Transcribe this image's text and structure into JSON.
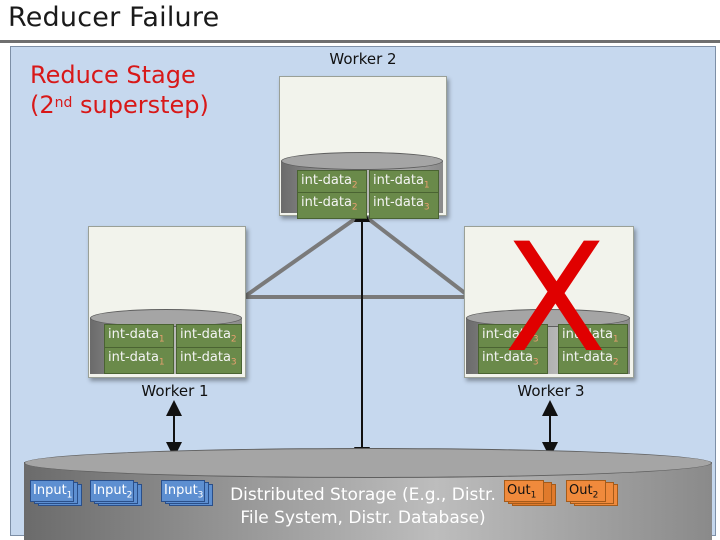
{
  "title": "Reducer Failure",
  "stage": {
    "line1": "Reduce Stage",
    "line2_pre": "(2",
    "line2_sup": "nd",
    "line2_post": " superstep)"
  },
  "workers": {
    "w2": {
      "label": "Worker 2",
      "cells": [
        [
          "int-data",
          "2"
        ],
        [
          "int-data",
          "1"
        ],
        [
          "int-data",
          "2"
        ],
        [
          "int-data",
          "3"
        ]
      ]
    },
    "w1": {
      "label": "Worker 1",
      "cells": [
        [
          "int-data",
          "1"
        ],
        [
          "int-data",
          "2"
        ],
        [
          "int-data",
          "1"
        ],
        [
          "int-data",
          "3"
        ]
      ]
    },
    "w3": {
      "label": "Worker 3",
      "cells": [
        [
          "int-data",
          "3"
        ],
        [
          "int-data",
          "1"
        ],
        [
          "int-data",
          "3"
        ],
        [
          "int-data",
          "2"
        ]
      ],
      "failure_mark": "X"
    }
  },
  "storage": {
    "line1": "Distributed Storage (E.g., Distr.",
    "line2": "File System, Distr. Database)",
    "inputs": [
      [
        "Input",
        "1"
      ],
      [
        "Input",
        "2"
      ],
      [
        "Input",
        "3"
      ]
    ],
    "outputs": [
      [
        "Out",
        "1"
      ],
      [
        "Out",
        "2"
      ]
    ]
  },
  "colors": {
    "panel": "#c6d8ee",
    "failure": "#e00000",
    "input_file": "#5d8fd1",
    "output_file": "#f08a3c",
    "data_cell": "#6a8a4a"
  }
}
